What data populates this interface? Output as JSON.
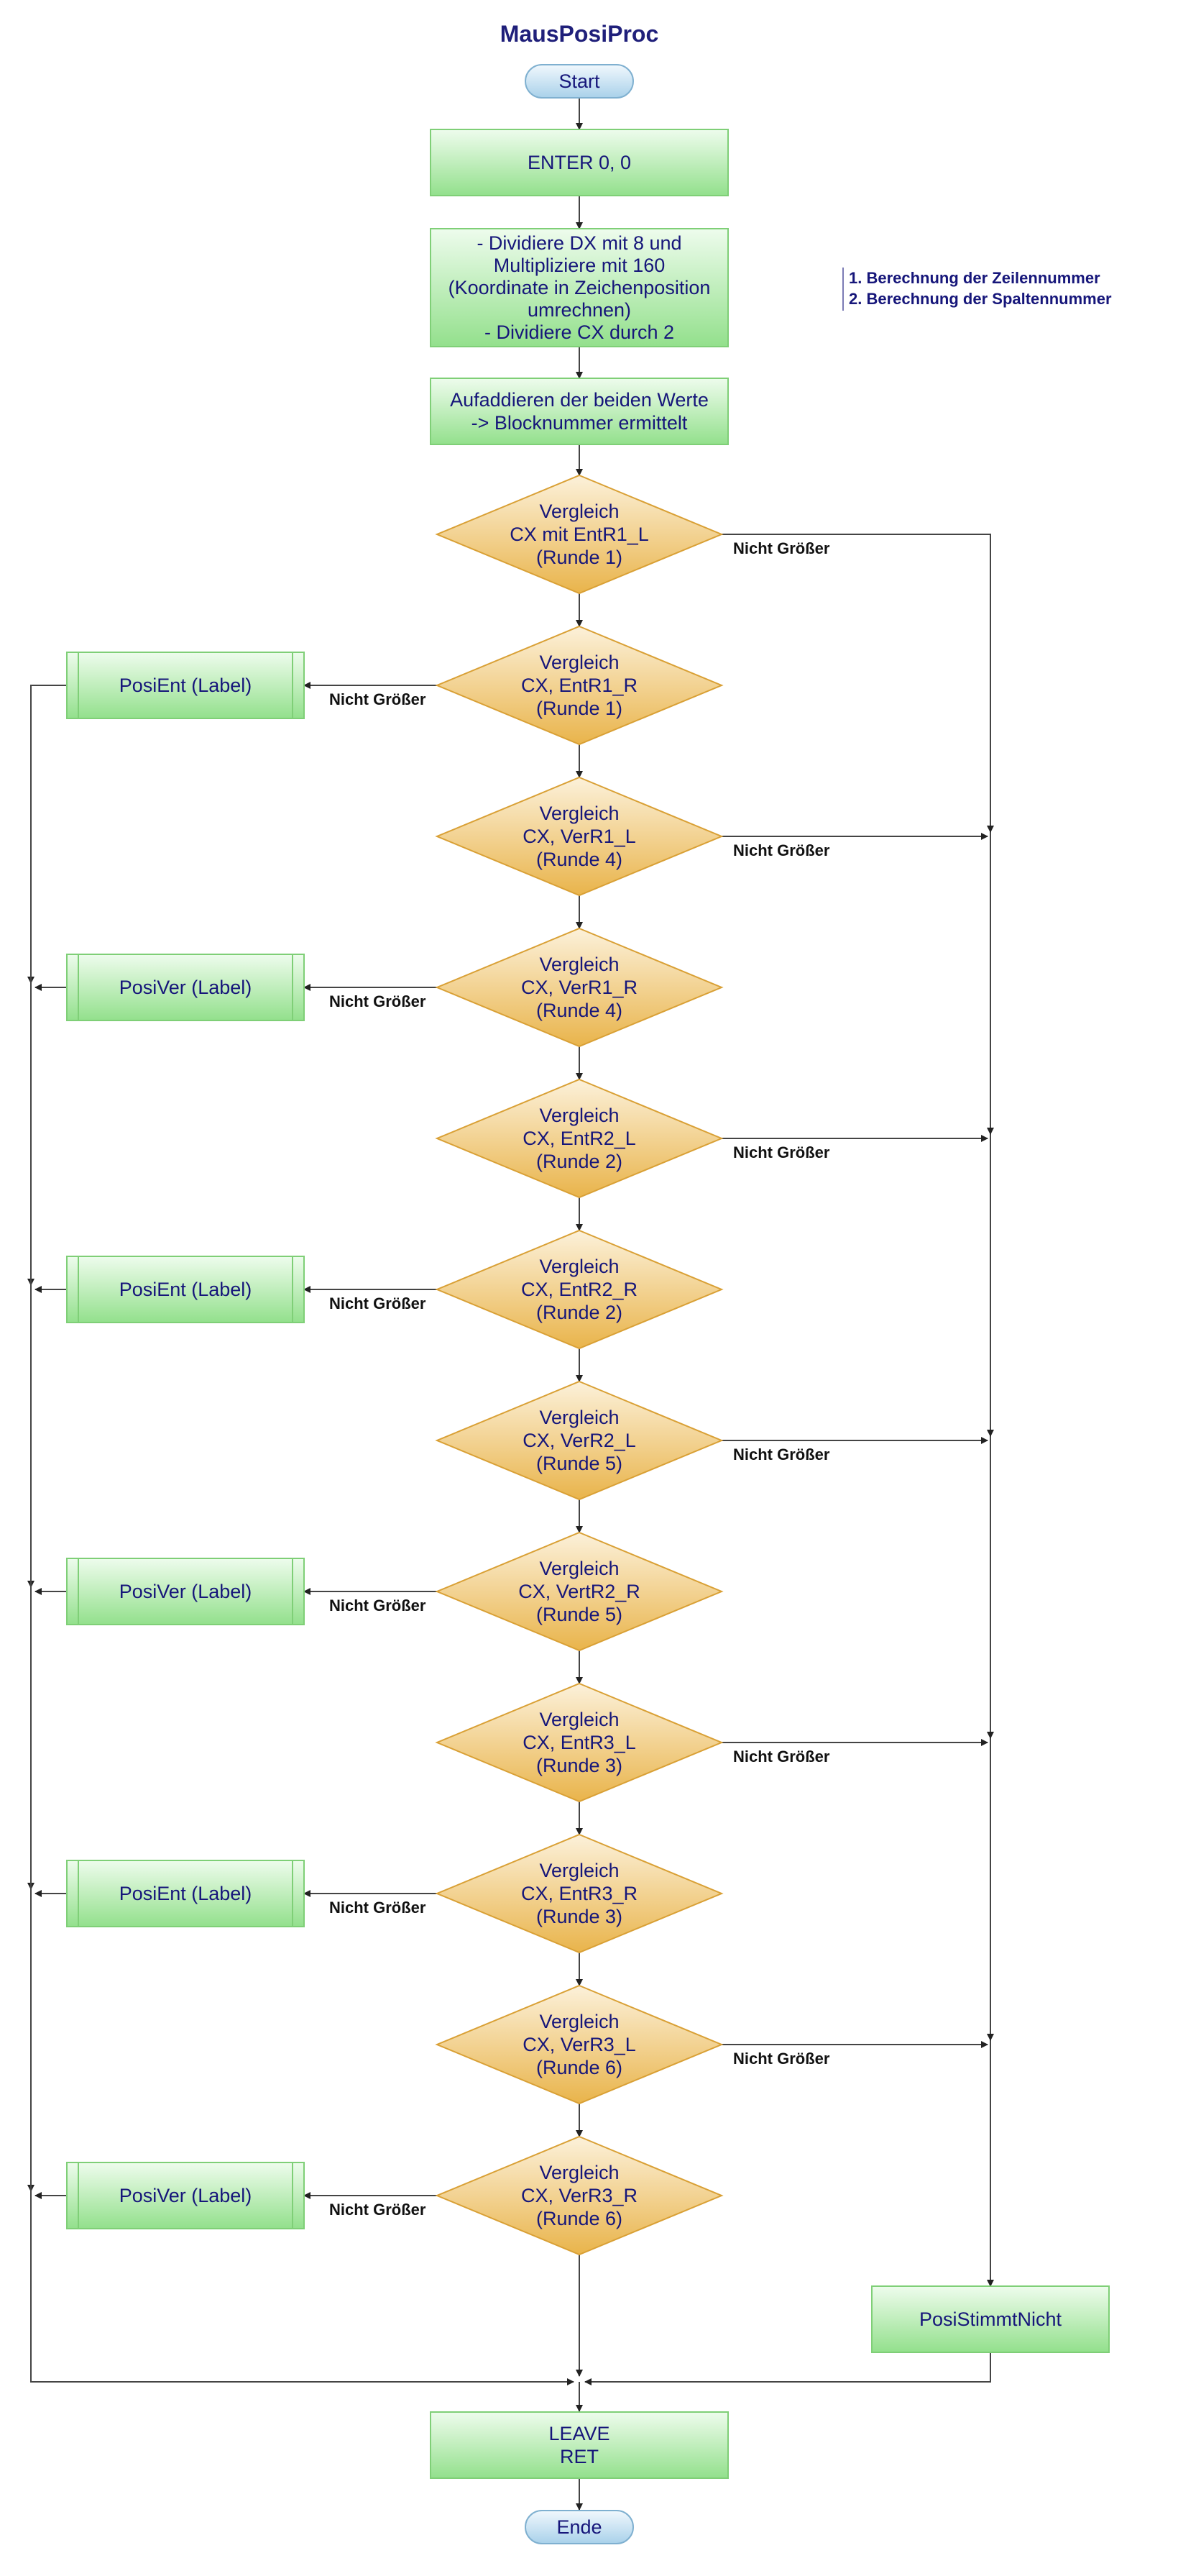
{
  "title": "MausPosiProc",
  "note": {
    "lines": [
      "1. Berechnung der Zeilennummer",
      "2. Berechnung der Spaltennummer"
    ]
  },
  "edge_label": "Nicht Größer",
  "nodes": {
    "start": "Start",
    "enter": "ENTER 0, 0",
    "divide": [
      "- Dividiere DX mit 8 und",
      "Multipliziere mit 160",
      "(Koordinate in Zeichenposition",
      "umrechnen)",
      "- Dividiere CX durch 2"
    ],
    "add": [
      "Aufaddieren der beiden Werte",
      "-> Blocknummer ermittelt"
    ],
    "decisions": [
      [
        "Vergleich",
        "CX mit EntR1_L",
        "(Runde 1)"
      ],
      [
        "Vergleich",
        "CX, EntR1_R",
        "(Runde 1)"
      ],
      [
        "Vergleich",
        "CX, VerR1_L",
        "(Runde 4)"
      ],
      [
        "Vergleich",
        "CX, VerR1_R",
        "(Runde 4)"
      ],
      [
        "Vergleich",
        "CX, EntR2_L",
        "(Runde 2)"
      ],
      [
        "Vergleich",
        "CX, EntR2_R",
        "(Runde 2)"
      ],
      [
        "Vergleich",
        "CX, VerR2_L",
        "(Runde 5)"
      ],
      [
        "Vergleich",
        "CX, VertR2_R",
        "(Runde 5)"
      ],
      [
        "Vergleich",
        "CX, EntR3_L",
        "(Runde 3)"
      ],
      [
        "Vergleich",
        "CX, EntR3_R",
        "(Runde 3)"
      ],
      [
        "Vergleich",
        "CX, VerR3_L",
        "(Runde 6)"
      ],
      [
        "Vergleich",
        "CX, VerR3_R",
        "(Runde 6)"
      ]
    ],
    "labels": [
      "PosiEnt (Label)",
      "PosiVer (Label)",
      "PosiEnt (Label)",
      "PosiVer (Label)",
      "PosiEnt (Label)",
      "PosiVer (Label)"
    ],
    "posi_stimmt_nicht": "PosiStimmtNicht",
    "leave": [
      "LEAVE",
      "RET"
    ],
    "end": "Ende"
  }
}
